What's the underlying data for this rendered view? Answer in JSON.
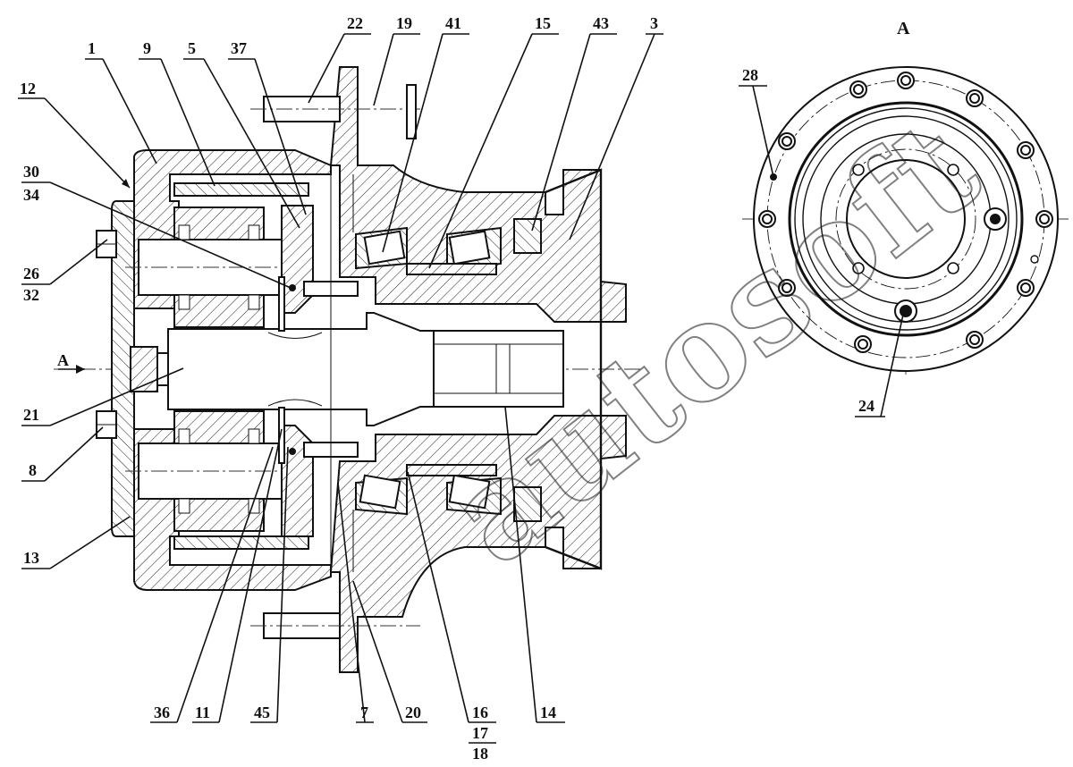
{
  "view_label": "А",
  "section_arrow_label": "А",
  "watermark_text": "autosoft",
  "callouts_top": [
    "12",
    "1",
    "9",
    "5",
    "37",
    "22",
    "19",
    "41",
    "15",
    "43",
    "3"
  ],
  "callouts_left": [
    {
      "upper": "30",
      "lower": "34"
    },
    {
      "upper": "26",
      "lower": "32"
    },
    {
      "single": "21"
    },
    {
      "single": "8"
    },
    {
      "single": "13"
    }
  ],
  "callouts_bottom": [
    "36",
    "11",
    "45",
    "7",
    "20",
    "16",
    "17",
    "18",
    "14"
  ],
  "callouts_view": [
    "28",
    "24"
  ]
}
